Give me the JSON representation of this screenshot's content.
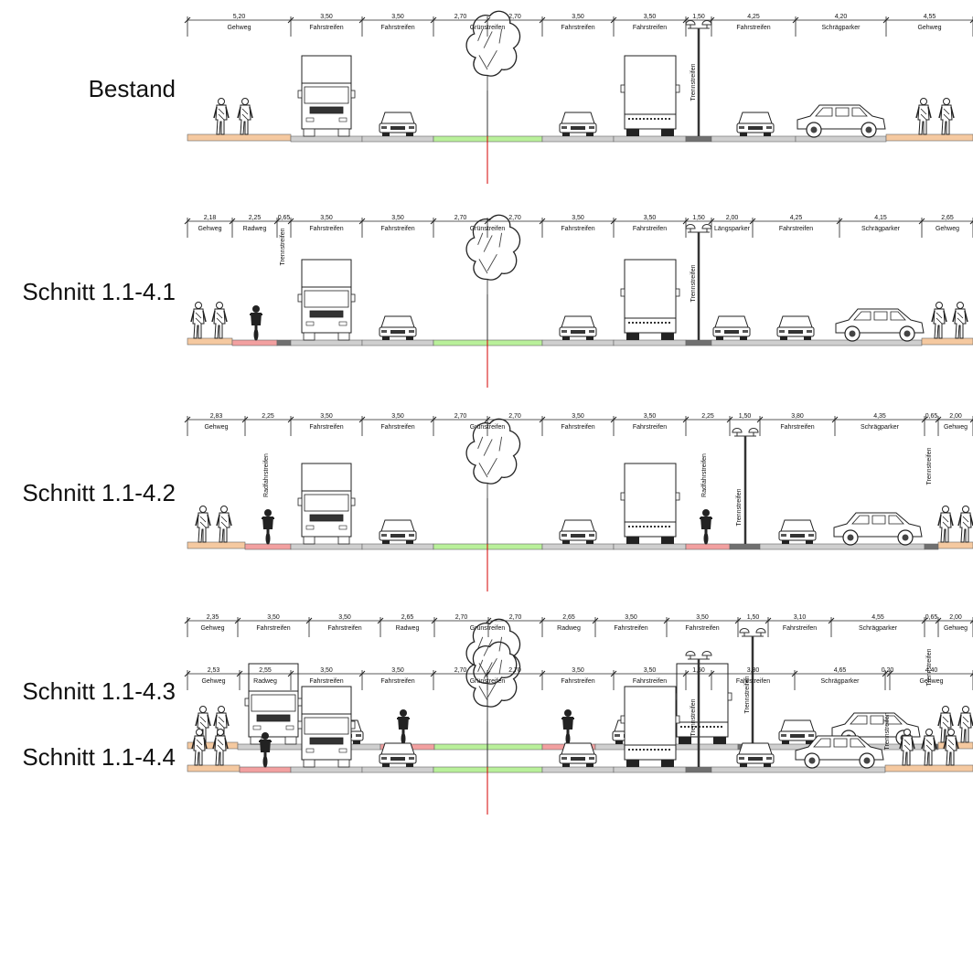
{
  "sections": [
    {
      "title": "Bestand",
      "dims": [
        {
          "w": "5,20",
          "label": "Gehweg"
        },
        {
          "w": "3,50",
          "label": "Fahrstreifen"
        },
        {
          "w": "3,50",
          "label": "Fahrstreifen"
        },
        {
          "w": "2,70",
          "label": ""
        },
        {
          "w": "2,70",
          "label": ""
        },
        {
          "w": "3,50",
          "label": "Fahrstreifen"
        },
        {
          "w": "3,50",
          "label": "Fahrstreifen"
        },
        {
          "w": "1,50",
          "label": ""
        },
        {
          "w": "4,25",
          "label": "Fahrstreifen"
        },
        {
          "w": "4,20",
          "label": "Schrägparker"
        },
        {
          "w": "4,55",
          "label": "Gehweg"
        }
      ],
      "center_label": "Grünstreifen",
      "vertical_labels": [
        {
          "text": "Trennstreifen"
        }
      ]
    },
    {
      "title": "Schnitt 1.1-4.1",
      "dims": [
        {
          "w": "2,18",
          "label": "Gehweg"
        },
        {
          "w": "2,25",
          "label": "Radweg"
        },
        {
          "w": "0,65",
          "label": ""
        },
        {
          "w": "3,50",
          "label": "Fahrstreifen"
        },
        {
          "w": "3,50",
          "label": "Fahrstreifen"
        },
        {
          "w": "2,70",
          "label": ""
        },
        {
          "w": "2,70",
          "label": ""
        },
        {
          "w": "3,50",
          "label": "Fahrstreifen"
        },
        {
          "w": "3,50",
          "label": "Fahrstreifen"
        },
        {
          "w": "1,50",
          "label": ""
        },
        {
          "w": "2,00",
          "label": "Längsparker"
        },
        {
          "w": "4,25",
          "label": "Fahrstreifen"
        },
        {
          "w": "4,15",
          "label": "Schrägparker"
        },
        {
          "w": "2,65",
          "label": "Gehweg"
        }
      ],
      "center_label": "Grünstreifen",
      "vertical_labels": [
        {
          "text": "Trennstreifen"
        },
        {
          "text": "Trennstreifen"
        }
      ]
    },
    {
      "title": "Schnitt 1.1-4.2",
      "dims": [
        {
          "w": "2,83",
          "label": "Gehweg"
        },
        {
          "w": "2,25",
          "label": ""
        },
        {
          "w": "3,50",
          "label": "Fahrstreifen"
        },
        {
          "w": "3,50",
          "label": "Fahrstreifen"
        },
        {
          "w": "2,70",
          "label": ""
        },
        {
          "w": "2,70",
          "label": ""
        },
        {
          "w": "3,50",
          "label": "Fahrstreifen"
        },
        {
          "w": "3,50",
          "label": "Fahrstreifen"
        },
        {
          "w": "2,25",
          "label": ""
        },
        {
          "w": "1,50",
          "label": ""
        },
        {
          "w": "3,80",
          "label": "Fahrstreifen"
        },
        {
          "w": "4,35",
          "label": "Schrägparker"
        },
        {
          "w": "0,65",
          "label": ""
        },
        {
          "w": "2,00",
          "label": "Gehweg"
        }
      ],
      "center_label": "Grünstreifen",
      "vertical_labels": [
        {
          "text": "Radfahrstreifen"
        },
        {
          "text": "Radfahrstreifen"
        },
        {
          "text": "Trennstreifen"
        },
        {
          "text": "Trennstreifen"
        }
      ]
    },
    {
      "title": "Schnitt 1.1-4.3",
      "dims": [
        {
          "w": "2,35",
          "label": "Gehweg"
        },
        {
          "w": "3,50",
          "label": "Fahrstreifen"
        },
        {
          "w": "3,50",
          "label": "Fahrstreifen"
        },
        {
          "w": "2,65",
          "label": "Radweg"
        },
        {
          "w": "2,70",
          "label": ""
        },
        {
          "w": "2,70",
          "label": ""
        },
        {
          "w": "2,65",
          "label": "Radweg"
        },
        {
          "w": "3,50",
          "label": "Fahrstreifen"
        },
        {
          "w": "3,50",
          "label": "Fahrstreifen"
        },
        {
          "w": "1,50",
          "label": ""
        },
        {
          "w": "3,10",
          "label": "Fahrstreifen"
        },
        {
          "w": "4,55",
          "label": "Schrägparker"
        },
        {
          "w": "0,65",
          "label": ""
        },
        {
          "w": "2,00",
          "label": "Gehweg"
        }
      ],
      "center_label": "Grünstreifen",
      "vertical_labels": [
        {
          "text": "Trennstreifen"
        },
        {
          "text": "Trennstreifen"
        }
      ]
    },
    {
      "title": "Schnitt 1.1-4.4",
      "dims": [
        {
          "w": "2,53",
          "label": "Gehweg"
        },
        {
          "w": "2,55",
          "label": "Radweg"
        },
        {
          "w": "3,50",
          "label": "Fahrstreifen"
        },
        {
          "w": "3,50",
          "label": "Fahrstreifen"
        },
        {
          "w": "2,70",
          "label": ""
        },
        {
          "w": "2,70",
          "label": ""
        },
        {
          "w": "3,50",
          "label": "Fahrstreifen"
        },
        {
          "w": "3,50",
          "label": "Fahrstreifen"
        },
        {
          "w": "1,50",
          "label": ""
        },
        {
          "w": "3,80",
          "label": "Fahrstreifen"
        },
        {
          "w": "4,65",
          "label": "Schrägparker"
        },
        {
          "w": "0,20",
          "label": ""
        },
        {
          "w": "4,40",
          "label": "Gehweg"
        }
      ],
      "center_label": "Grünstreifen",
      "vertical_labels": [
        {
          "text": "Trennstreifen"
        },
        {
          "text": "Trennstreifen"
        }
      ]
    }
  ],
  "colors": {
    "gehweg": "#f5c9a0",
    "radweg": "#f2a0a0",
    "gruen": "#b9f09a",
    "fahrbahn": "#cfcfcf",
    "trenn": "#707070",
    "axis": "#d40000",
    "line": "#222222"
  }
}
